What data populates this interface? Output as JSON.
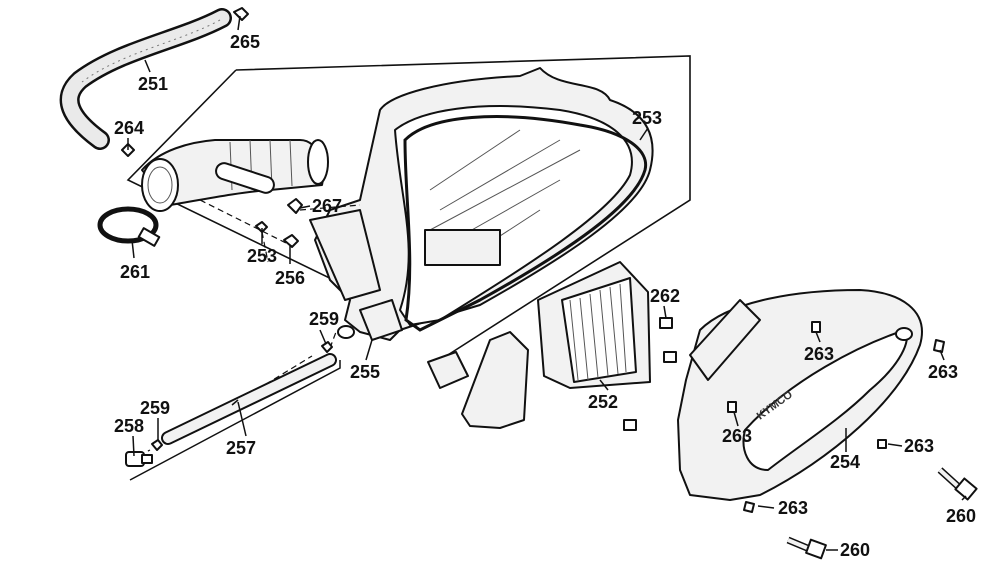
{
  "callouts": {
    "c251": "251",
    "c252": "252",
    "c253a": "253",
    "c253b": "253",
    "c254": "254",
    "c255": "255",
    "c256": "256",
    "c257": "257",
    "c258": "258",
    "c259a": "259",
    "c259b": "259",
    "c260a": "260",
    "c260b": "260",
    "c261": "261",
    "c262": "262",
    "c263a": "263",
    "c263b": "263",
    "c263c": "263",
    "c263d": "263",
    "c263e": "263",
    "c264": "264",
    "c265": "265",
    "c267": "267"
  },
  "cover_brand": "KYMCO"
}
